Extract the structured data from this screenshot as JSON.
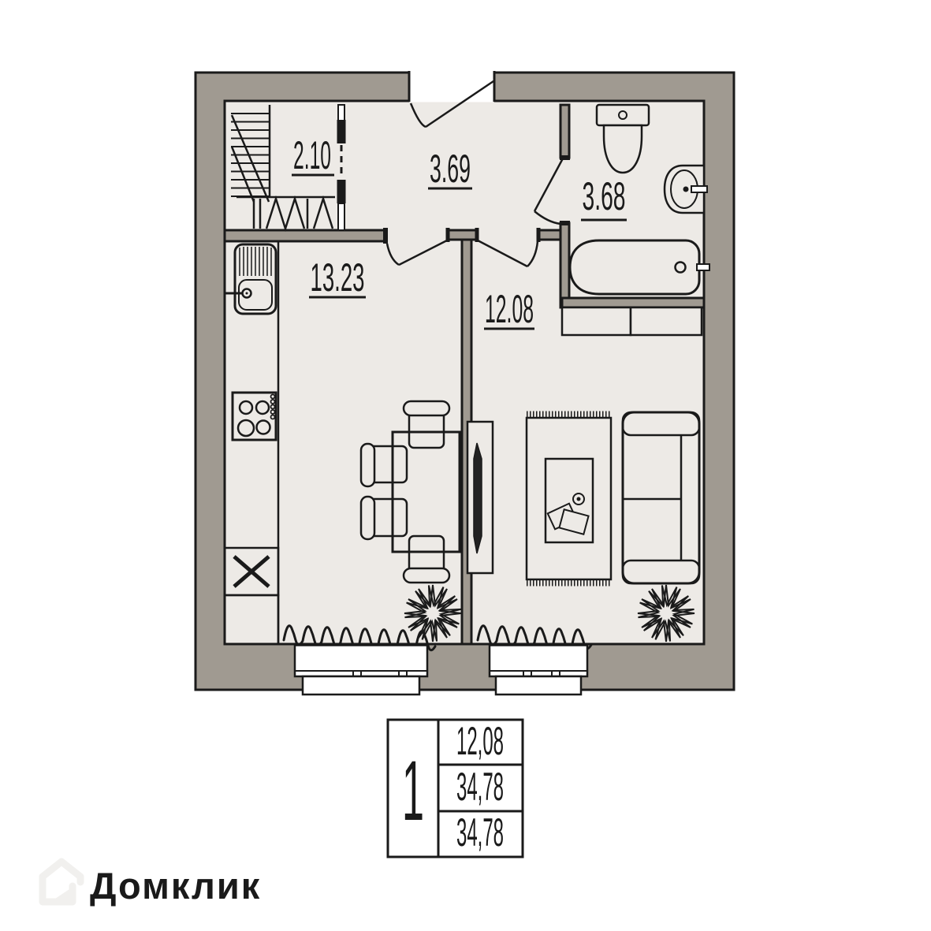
{
  "colors": {
    "wall_fill": "#a09a91",
    "floor_fill": "#edeae6",
    "line": "#1a1a1a",
    "watermark": "#f1f0ee"
  },
  "floor_plan": {
    "rooms": [
      {
        "name": "wardrobe",
        "area_label": "2.10",
        "fixtures": [
          "shelves",
          "hanger-rod",
          "sliding-opening"
        ]
      },
      {
        "name": "hallway",
        "area_label": "3.69",
        "fixtures": [
          "entrance-door"
        ]
      },
      {
        "name": "bathroom",
        "area_label": "3.68",
        "fixtures": [
          "toilet",
          "washbasin",
          "bathtub"
        ]
      },
      {
        "name": "kitchen",
        "area_label": "13.23",
        "fixtures": [
          "kitchen-sink",
          "stove",
          "counter",
          "washing-machine",
          "dining-table",
          "chairs",
          "plant",
          "window",
          "curtain"
        ]
      },
      {
        "name": "living-room",
        "area_label": "12.08",
        "fixtures": [
          "tv",
          "tv-stand",
          "rug",
          "coffee-table",
          "sofa",
          "closet",
          "plant",
          "window",
          "curtain"
        ]
      }
    ]
  },
  "summary_table": {
    "apartment_number": "1",
    "values": [
      "12,08",
      "34,78",
      "34,78"
    ]
  },
  "watermark": {
    "brand": "Домклик"
  }
}
